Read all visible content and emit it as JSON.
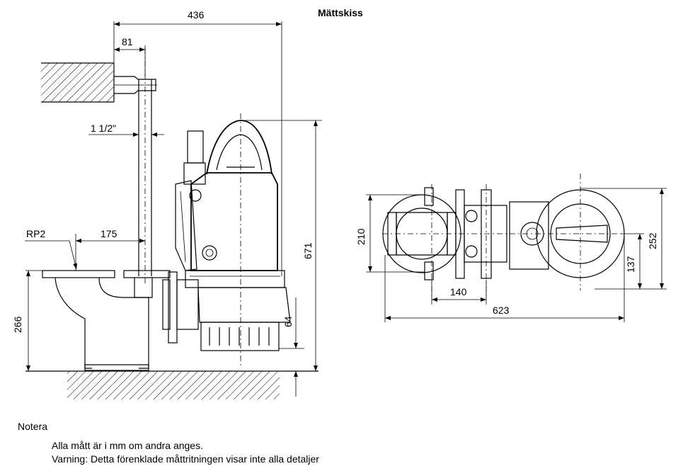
{
  "title": "Mättskiss",
  "dimensions": {
    "d436": "436",
    "d81": "81",
    "d1_5": "1 1/2\"",
    "rp2": "RP2",
    "d175": "175",
    "d266": "266",
    "d671": "671",
    "d64": "64",
    "d210": "210",
    "d140": "140",
    "d623": "623",
    "d252": "252",
    "d137": "137"
  },
  "notes": {
    "heading": "Notera",
    "line1": "Alla mått är i mm om andra anges.",
    "line2": "Varning: Detta förenklade måttritningen visar inte alla detaljer"
  }
}
